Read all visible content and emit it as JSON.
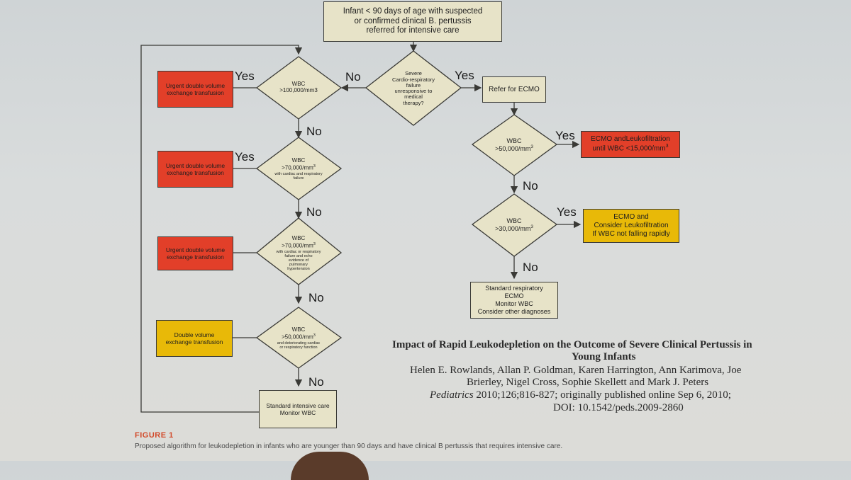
{
  "top_box": [
    "Infant < 90 days of age with suspected",
    "or confirmed clinical B. pertussis",
    "referred for intensive care"
  ],
  "decision_main": [
    "Severe",
    "Cardio-respiratory",
    "failure",
    "unresponsive to",
    "medical",
    "therapy?"
  ],
  "yes": "Yes",
  "no": "No",
  "refer_ecmo": "Refer for ECMO",
  "left_decisions": [
    {
      "main": "WBC",
      "value": ">100,000/mm3",
      "sup": "",
      "sub": []
    },
    {
      "main": "WBC",
      "value": ">70,000/mm",
      "sup": "3",
      "sub": [
        "with cardiac and respiratory",
        "failure"
      ]
    },
    {
      "main": "WBC",
      "value": ">70,000/mm",
      "sup": "3",
      "sub": [
        "with cardiac or respiratory",
        "failure and echo",
        "evidence of",
        "pulmonary",
        "hypertension"
      ]
    },
    {
      "main": "WBC",
      "value": ">50,000/mm",
      "sup": "3",
      "sub": [
        "and deteriorating cardiac",
        "or respiratory function"
      ]
    }
  ],
  "left_actions": [
    [
      "Urgent double volume",
      "exchange transfusion"
    ],
    [
      "Urgent double volume",
      "exchange transfusion"
    ],
    [
      "Urgent double volume",
      "exchange transfusion"
    ],
    [
      "Double volume",
      "exchange transfusion"
    ]
  ],
  "standard_care": [
    "Standard intensive care",
    "Monitor WBC"
  ],
  "right_decisions": [
    {
      "main": "WBC",
      "value": ">50,000/mm",
      "sup": "3"
    },
    {
      "main": "WBC",
      "value": ">30,000/mm",
      "sup": "3"
    }
  ],
  "ecmo_leuko": {
    "line1": "ECMO andLeukofiltration",
    "line2": "until WBC <15,000/mm",
    "sup": "3"
  },
  "ecmo_consider": [
    "ECMO and",
    "Consider Leukofiltration",
    "If WBC not falling rapidly"
  ],
  "standard_resp": [
    "Standard respiratory",
    "ECMO",
    "Monitor WBC",
    "Consider other diagnoses"
  ],
  "reference": {
    "title_line1": "Impact of Rapid Leukodepletion on the Outcome of Severe Clinical Pertussis in",
    "title_line2": "Young Infants",
    "authors_line1": "Helen E. Rowlands, Allan P. Goldman, Karen Harrington, Ann Karimova, Joe",
    "authors_line2": "Brierley, Nigel Cross, Sophie Skellett and Mark J. Peters",
    "journal": "Pediatrics",
    "citation_rest": " 2010;126;816-827; originally published online Sep 6, 2010;",
    "doi": "DOI: 10.1542/peds.2009-2860"
  },
  "figure_label": "FIGURE 1",
  "figure_caption": "Proposed algorithm for leukodepletion in infants who are younger than 90 days and have clinical B pertussis that requires intensive care.",
  "colors": {
    "red": "#e23f29",
    "amber": "#e8b908",
    "tan": "#e7e3c8",
    "line": "#3a3a36"
  }
}
